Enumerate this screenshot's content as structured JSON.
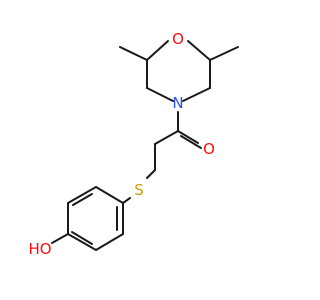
{
  "molecule": {
    "atoms": [
      {
        "key": "O_ring",
        "label": "O",
        "color": "#ff0d0d"
      },
      {
        "key": "N_ring",
        "label": "N",
        "color": "#3050f8"
      },
      {
        "key": "O_keto",
        "label": "O",
        "color": "#ff0d0d"
      },
      {
        "key": "S_thio",
        "label": "S",
        "color": "#c8a000"
      },
      {
        "key": "O_hydroxy",
        "label": "HO",
        "color": "#ff0d0d"
      }
    ],
    "bond_color": "#1a1a1a"
  }
}
